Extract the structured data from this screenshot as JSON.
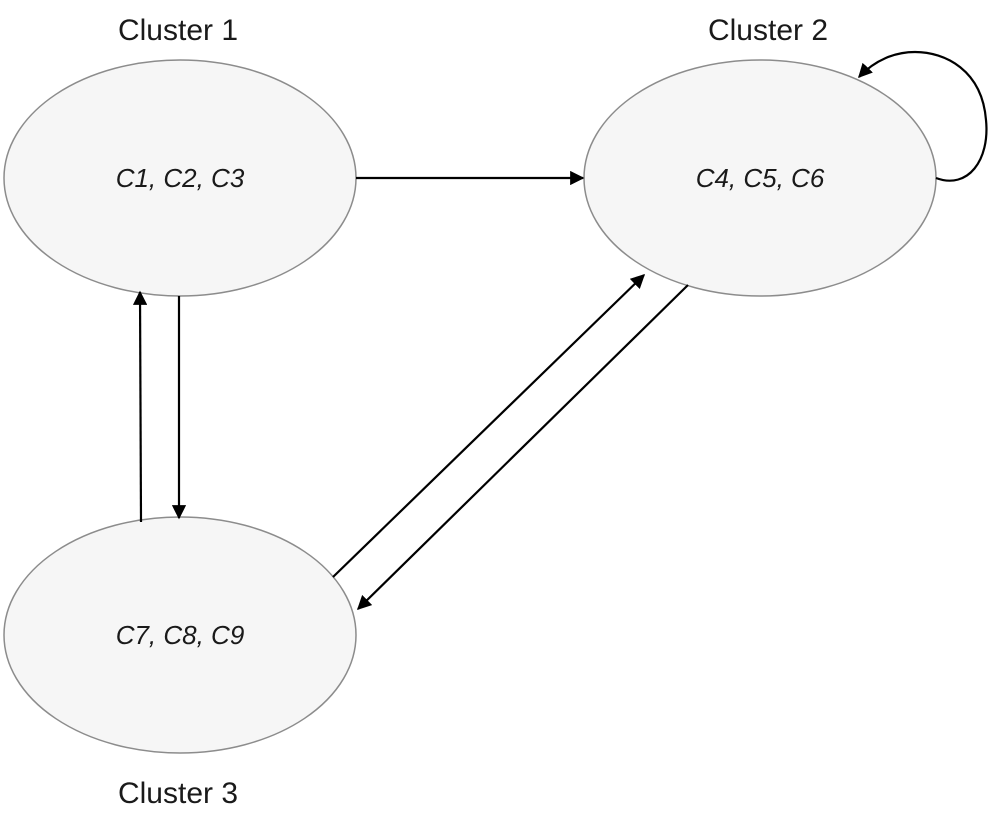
{
  "clusters": [
    {
      "id": "cluster-1",
      "title": "Cluster 1",
      "members": "C1, C2, C3"
    },
    {
      "id": "cluster-2",
      "title": "Cluster 2",
      "members": "C4, C5, C6"
    },
    {
      "id": "cluster-3",
      "title": "Cluster 3",
      "members": "C7, C8, C9"
    }
  ],
  "edges": [
    {
      "from": "Cluster 1",
      "to": "Cluster 2"
    },
    {
      "from": "Cluster 1",
      "to": "Cluster 3"
    },
    {
      "from": "Cluster 3",
      "to": "Cluster 1"
    },
    {
      "from": "Cluster 3",
      "to": "Cluster 2"
    },
    {
      "from": "Cluster 2",
      "to": "Cluster 3"
    },
    {
      "from": "Cluster 2",
      "to": "Cluster 2"
    }
  ],
  "colors": {
    "node_fill": "#f6f6f6",
    "node_stroke": "#8c8c8c",
    "edge": "#000000",
    "text": "#1a1a1a"
  }
}
